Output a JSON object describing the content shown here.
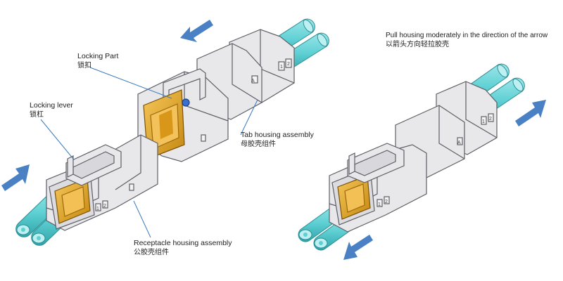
{
  "labels": {
    "locking_part": {
      "en": "Locking Part",
      "zh": "锁扣"
    },
    "locking_lever": {
      "en": "Locking lever",
      "zh": "锁杠"
    },
    "tab_housing": {
      "en": "Tab housing assembly",
      "zh": "母胶壳组件"
    },
    "receptacle_housing": {
      "en": "Receptacle housing assembly",
      "zh": "公胶壳组件"
    },
    "pull_instruction": {
      "en": "Pull housing moderately in the direction of the arrow",
      "zh": "以箭头方向轻拉胶壳"
    }
  },
  "markings": {
    "letter_a": "A",
    "pin_1": "1",
    "pin_2": "2"
  },
  "colors": {
    "arrow": "#4a80c4",
    "cable": "#66d3d6",
    "cable_dark": "#2aa3a8",
    "housing": "#e6e6e9",
    "housing_edge": "#5e5e66",
    "cavity": "#e8a92a",
    "cavity_dark": "#b77a10",
    "leader": "#3c7bbf"
  },
  "icons": [
    "direction-arrow",
    "cable",
    "housing"
  ]
}
